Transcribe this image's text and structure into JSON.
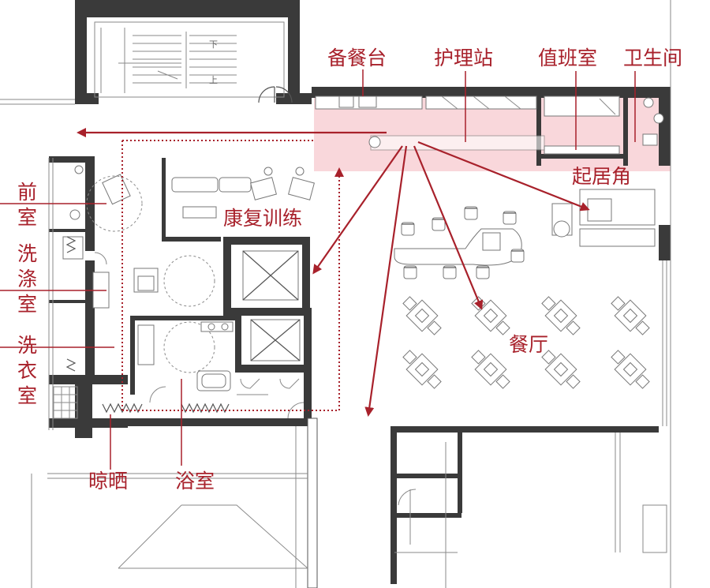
{
  "title": "",
  "labels": {
    "prep_counter": "备餐台",
    "nurse_station": "护理站",
    "duty_room": "值班室",
    "restroom": "卫生间",
    "lounge_corner": "起居角",
    "anteroom_1": "前",
    "anteroom_2": "室",
    "wash_1": "洗",
    "wash_2": "涤",
    "wash_3": "室",
    "laundry_1": "洗",
    "laundry_2": "衣",
    "laundry_3": "室",
    "rehab": "康复训练",
    "dining": "餐厅",
    "drying": "晾晒",
    "bathroom": "浴室"
  },
  "stair_marks": {
    "down": "下",
    "up": "上"
  },
  "colors": {
    "label": "#a8212b",
    "arrow": "#a8212b",
    "highlight": "#f7cdd2",
    "wall": "#3a3a3a"
  }
}
